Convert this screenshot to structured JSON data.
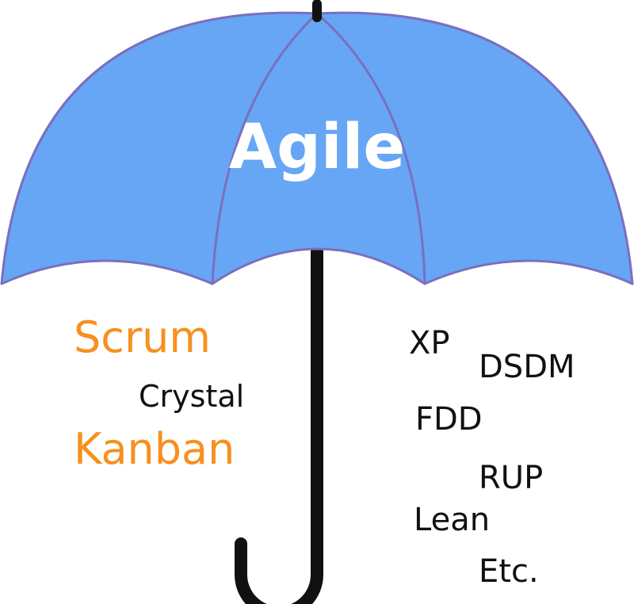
{
  "umbrella": {
    "title": "Agile",
    "canopy_color": "#66a6f5",
    "seam_color": "#7a6fbf",
    "handle_color": "#111111"
  },
  "left_methods": {
    "scrum": "Scrum",
    "crystal": "Crystal",
    "kanban": "Kanban",
    "highlight_color": "#f7901e"
  },
  "right_methods": {
    "xp": "XP",
    "dsdm": "DSDM",
    "fdd": "FDD",
    "rup": "RUP",
    "lean": "Lean",
    "etc": "Etc."
  }
}
